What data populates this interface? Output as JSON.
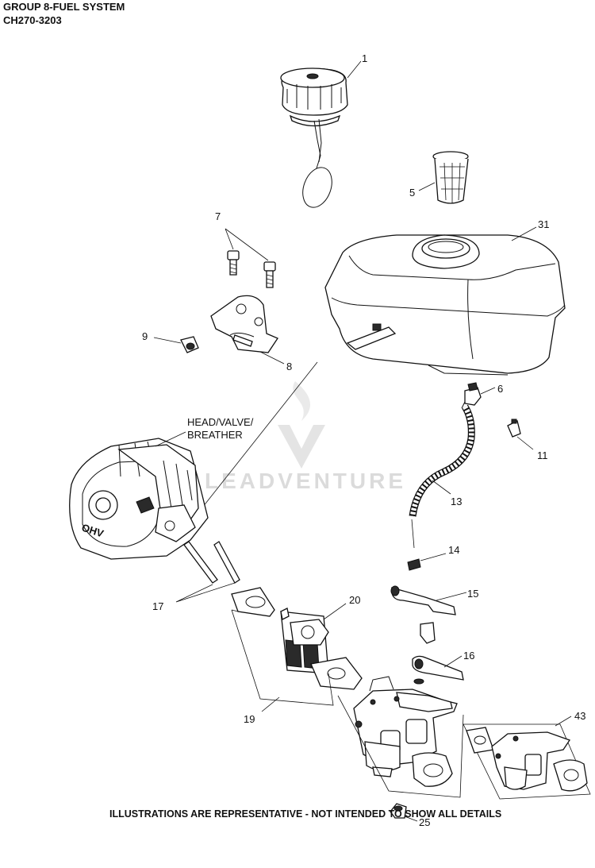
{
  "header": {
    "group_title": "GROUP 8-FUEL SYSTEM",
    "model_code": "CH270-3203"
  },
  "footer": {
    "note": "ILLUSTRATIONS ARE REPRESENTATIVE - NOT INTENDED TO SHOW ALL DETAILS"
  },
  "watermark": {
    "brand": "LEADVENTURE"
  },
  "callouts": {
    "c1": "1",
    "c5": "5",
    "c31": "31",
    "c7": "7",
    "c9": "9",
    "c8": "8",
    "c6": "6",
    "c11": "11",
    "c13": "13",
    "c14": "14",
    "c15": "15",
    "c16": "16",
    "c17": "17",
    "c20": "20",
    "c19": "19",
    "c43": "43",
    "c25": "25"
  },
  "head_label": {
    "line1": "HEAD/VALVE/",
    "line2": "BREATHER"
  },
  "engine_logo": "OHV"
}
